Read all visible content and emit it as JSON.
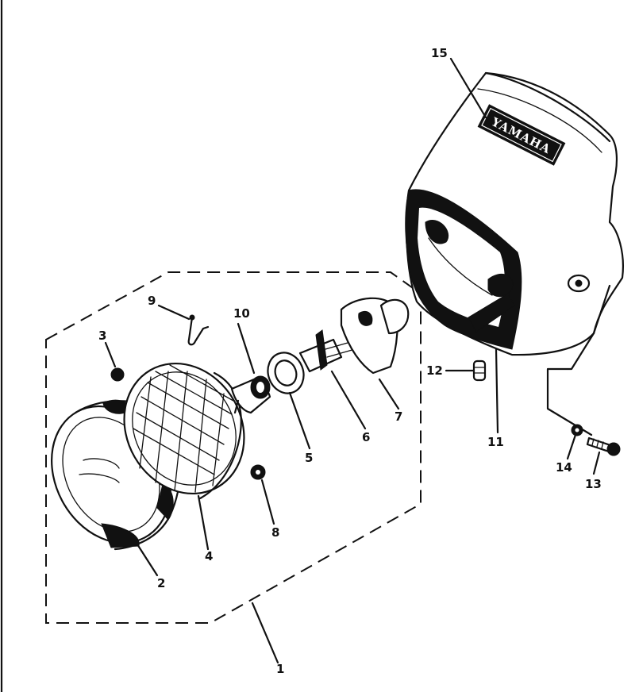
{
  "diagram": {
    "brand_text": "YAMAHA",
    "callouts": [
      {
        "id": "c1",
        "text": "1"
      },
      {
        "id": "c2",
        "text": "2"
      },
      {
        "id": "c3",
        "text": "3"
      },
      {
        "id": "c4",
        "text": "4"
      },
      {
        "id": "c5",
        "text": "5"
      },
      {
        "id": "c6",
        "text": "6"
      },
      {
        "id": "c7",
        "text": "7"
      },
      {
        "id": "c8",
        "text": "8"
      },
      {
        "id": "c9",
        "text": "9"
      },
      {
        "id": "c10",
        "text": "10"
      },
      {
        "id": "c11",
        "text": "11"
      },
      {
        "id": "c12",
        "text": "12"
      },
      {
        "id": "c13",
        "text": "13"
      },
      {
        "id": "c14",
        "text": "14"
      },
      {
        "id": "c15",
        "text": "15"
      }
    ]
  }
}
